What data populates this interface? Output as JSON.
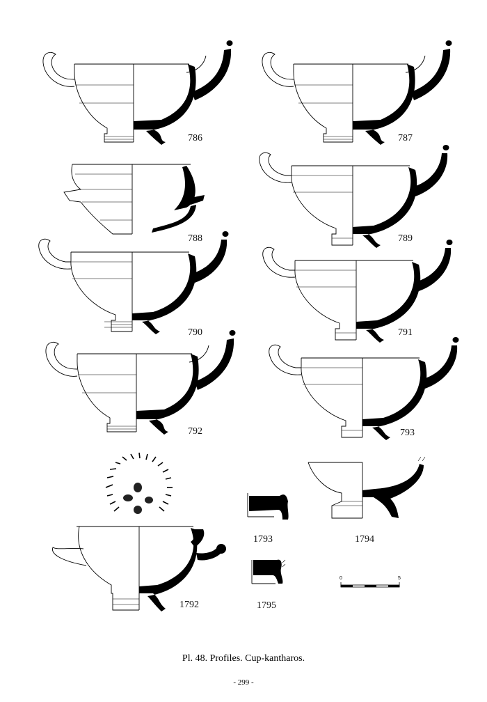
{
  "figures": [
    {
      "number": "786"
    },
    {
      "number": "787"
    },
    {
      "number": "788"
    },
    {
      "number": "789"
    },
    {
      "number": "790"
    },
    {
      "number": "791"
    },
    {
      "number": "792"
    },
    {
      "number": "793"
    },
    {
      "number": "1792"
    },
    {
      "number": "1793"
    },
    {
      "number": "1794"
    },
    {
      "number": "1795"
    }
  ],
  "scale_bar": {
    "start": "0",
    "end": "5"
  },
  "caption": "Pl. 48. Profiles. Cup-kantharos.",
  "page_number": "- 299 -"
}
